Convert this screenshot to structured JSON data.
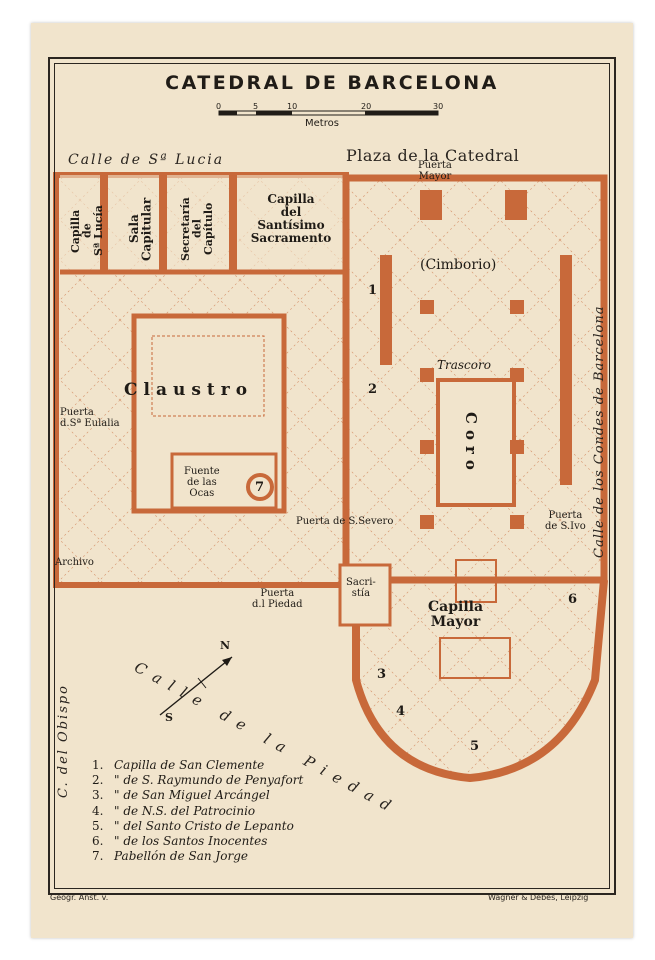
{
  "map": {
    "title": "CATEDRAL DE BARCELONA",
    "scale": {
      "unit_label": "Metros",
      "ticks": [
        "0",
        "5",
        "10",
        "20",
        "30"
      ]
    },
    "streets": {
      "north": "Calle de Sª Lucia",
      "plaza": "Plaza de la Catedral",
      "west": "C. del Obispo",
      "southwest": "Calle de la Piedad",
      "east": "Calle de los Condes de Barcelona"
    },
    "labels": {
      "puerta_mayor": "Puerta\nMayor",
      "capilla_santa_lucia": "Capilla\nde\nSª Lucía",
      "sala_capitular": "Sala\nCapitular",
      "secretaria_capitulo": "Secretaría\ndel\nCapítulo",
      "capilla_santisimo": "Capilla\ndel\nSantísimo\nSacramento",
      "cimborio": "(Cimborio)",
      "claustro": "Claustro",
      "puerta_santa_eulalia": "Puerta\nd.Sª Eulalia",
      "fuente_ocas": "Fuente\nde las\nOcas",
      "trascoro": "Trascoro",
      "coro": "Coro",
      "puerta_san_severo": "Puerta de S.Severo",
      "puerta_san_ivo": "Puerta\nde S.Ivo",
      "archivo": "Archivo",
      "puerta_piedad": "Puerta\nd.l Piedad",
      "sacristia": "Sacri-\nstía",
      "capilla_mayor": "Capilla\nMayor"
    },
    "numbers": [
      "1",
      "2",
      "3",
      "4",
      "5",
      "6",
      "7"
    ],
    "compass": {
      "north": "N",
      "south": "S"
    },
    "legend": [
      {
        "n": "1.",
        "text": "Capilla de San Clemente"
      },
      {
        "n": "2.",
        "text": "\"   de S. Raymundo de Penyafort"
      },
      {
        "n": "3.",
        "text": "\"   de San Miguel Arcángel"
      },
      {
        "n": "4.",
        "text": "\"   de N.S. del Patrocinio"
      },
      {
        "n": "5.",
        "text": "\"   del Santo Cristo de Lepanto"
      },
      {
        "n": "6.",
        "text": "\"   de los Santos Inocentes"
      },
      {
        "n": "7.",
        "text": "Pabellón de San Jorge"
      }
    ],
    "credits": {
      "left": "Geogr. Anst. v.",
      "right": "Wagner & Debes, Leipzig"
    },
    "colors": {
      "paper": "#f1e4cc",
      "wall": "#c8693a",
      "ink": "#1f1b16"
    }
  }
}
